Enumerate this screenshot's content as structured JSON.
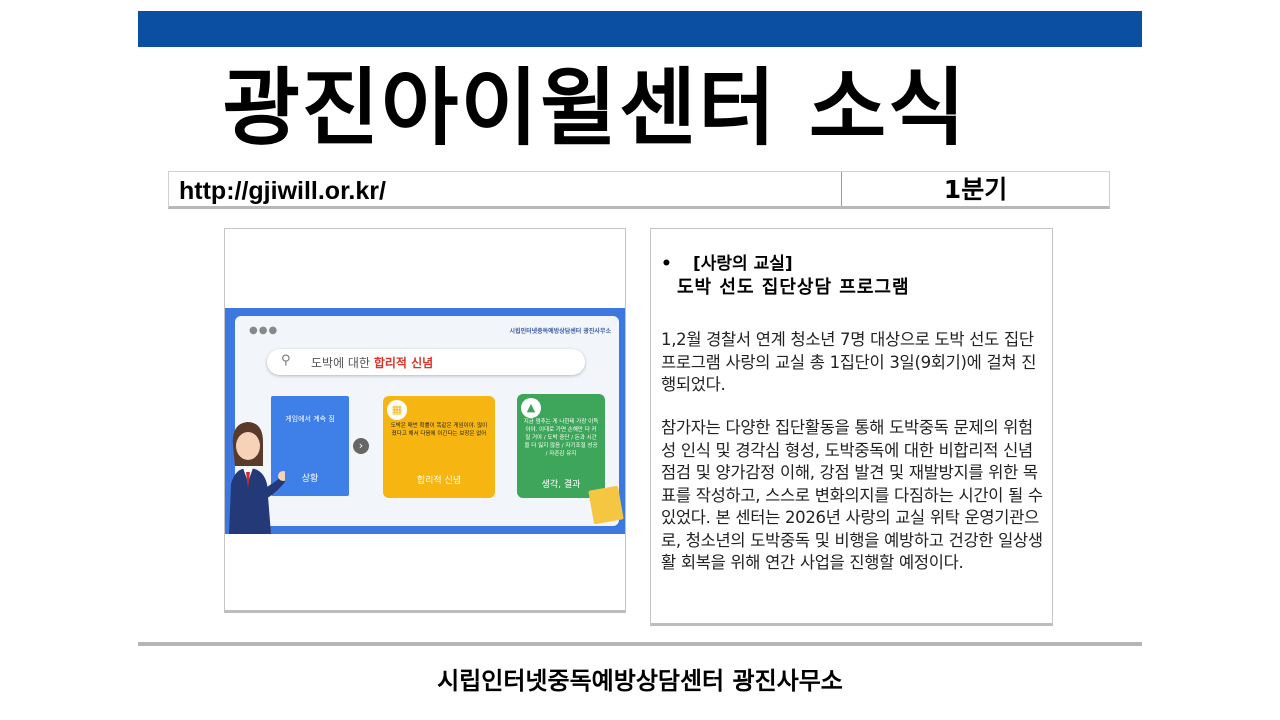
{
  "header": {
    "title": "광진아이윌센터 소식",
    "url": "http://gjiwill.or.kr/",
    "quarter": "1분기"
  },
  "illustration": {
    "search_prefix": "도박에 대한 ",
    "search_highlight": "합리적 신념",
    "brand": "시립인터넷중독예방상담센터 광진사무소",
    "card_situation_title": "게임에서 계속 짐",
    "card_situation_foot": "상황",
    "card_belief_text": "도박은 매번 확률이 똑같은 게임이야. 많이 졌다고 해서 다음에 이긴다는 보장은 없어",
    "card_belief_foot": "합리적 신념",
    "card_result_text": "지금 멈추는 게 나한테 가장 이득이야. 이대로 가면 손해만 더 커질 거야 / 도박 중단 / 돈과 시간을 더 잃지 않음 / 자기조절 성공 / 자존감 유지",
    "card_result_foot": "생각, 결과"
  },
  "article": {
    "bullet": "•",
    "heading": "[사랑의 교실]",
    "subheading": "도박 선도 집단상담 프로그램",
    "paragraph1": "1,2월 경찰서 연계 청소년 7명 대상으로 도박 선도 집단프로그램 사랑의 교실 총 1집단이 3일(9회기)에 걸쳐 진행되었다.",
    "paragraph2": "참가자는 다양한 집단활동을 통해 도박중독 문제의 위험성 인식 및 경각심 형성, 도박중독에 대한 비합리적 신념 점검 및 양가감정 이해, 강점 발견 및 재발방지를 위한 목표를 작성하고, 스스로 변화의지를 다짐하는 시간이 될 수 있었다. 본 센터는 2026년 사랑의 교실 위탁 운영기관으로, 청소년의 도박중독 및 비행을 예방하고 건강한 일상생활 회복을 위해 연간 사업을 진행할 예정이다."
  },
  "footer": {
    "org": "시립인터넷중독예방상담센터 광진사무소"
  },
  "colors": {
    "top_bar": "#0b4fa3",
    "illustration_bg": "#3d78e0",
    "highlight_red": "#d9342b"
  }
}
